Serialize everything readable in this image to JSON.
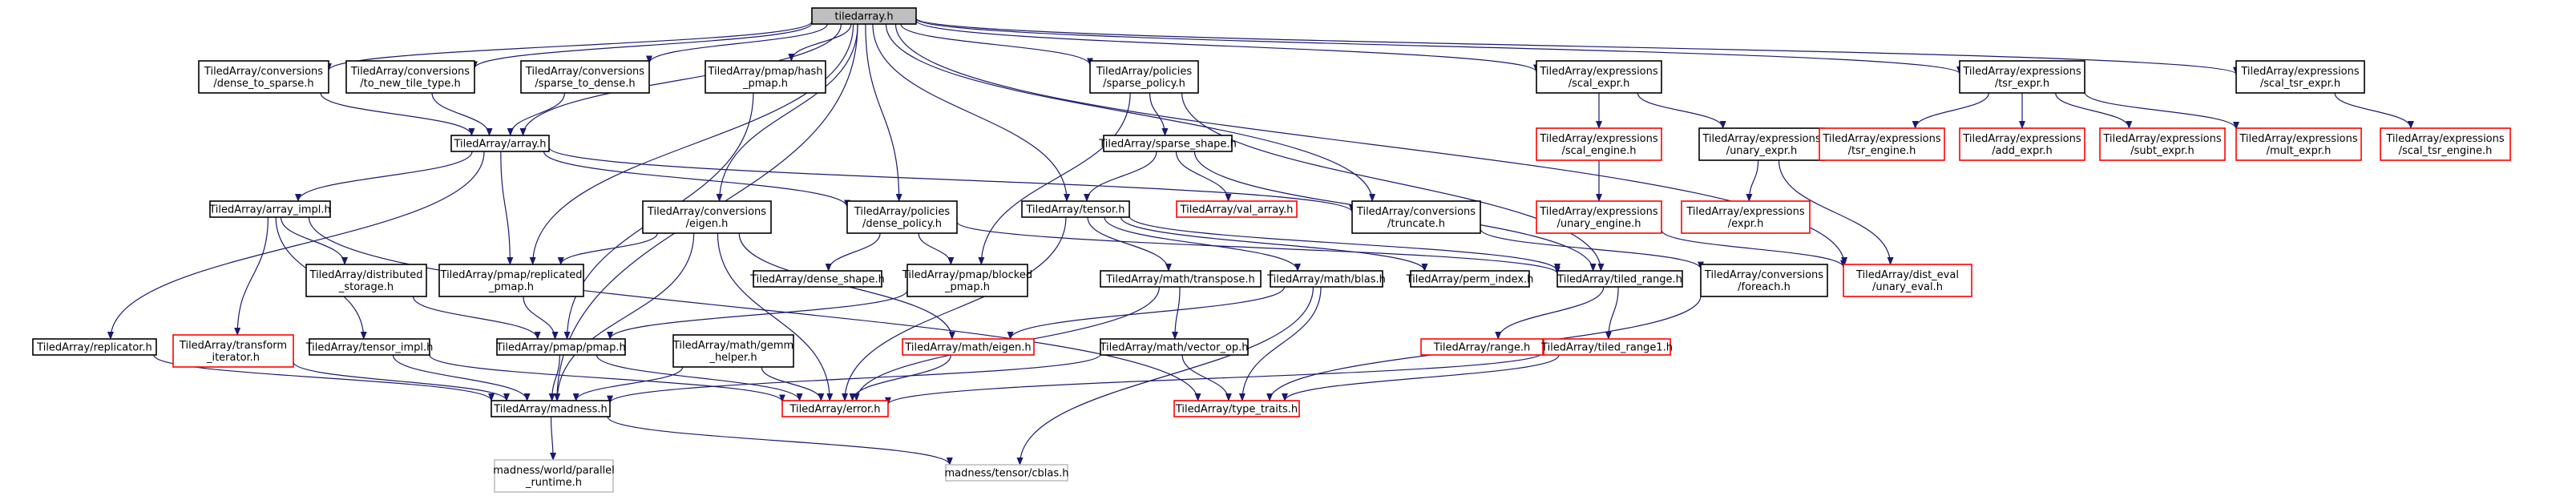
{
  "diagram": {
    "title": "tiledarray.h",
    "colors": {
      "edge": "#191970",
      "node_border_documented": "#000000",
      "node_border_undocumented": "#ff0000",
      "node_border_external": "#bfbfbf",
      "root_fill": "#bfbfbf"
    },
    "nodes": [
      {
        "id": "root",
        "lines": [
          "tiledarray.h"
        ],
        "kind": "root"
      },
      {
        "id": "conv_d2s",
        "lines": [
          "TiledArray/conversions",
          "/dense_to_sparse.h"
        ],
        "kind": "documented"
      },
      {
        "id": "conv_nt",
        "lines": [
          "TiledArray/conversions",
          "/to_new_tile_type.h"
        ],
        "kind": "documented"
      },
      {
        "id": "conv_s2d",
        "lines": [
          "TiledArray/conversions",
          "/sparse_to_dense.h"
        ],
        "kind": "documented"
      },
      {
        "id": "hash_pmap",
        "lines": [
          "TiledArray/pmap/hash",
          "_pmap.h"
        ],
        "kind": "documented"
      },
      {
        "id": "sparse_policy",
        "lines": [
          "TiledArray/policies",
          "/sparse_policy.h"
        ],
        "kind": "documented"
      },
      {
        "id": "scal_expr",
        "lines": [
          "TiledArray/expressions",
          "/scal_expr.h"
        ],
        "kind": "documented"
      },
      {
        "id": "tsr_expr",
        "lines": [
          "TiledArray/expressions",
          "/tsr_expr.h"
        ],
        "kind": "documented"
      },
      {
        "id": "scal_tsr_expr",
        "lines": [
          "TiledArray/expressions",
          "/scal_tsr_expr.h"
        ],
        "kind": "documented"
      },
      {
        "id": "array",
        "lines": [
          "TiledArray/array.h"
        ],
        "kind": "documented"
      },
      {
        "id": "sparse_shape",
        "lines": [
          "TiledArray/sparse_shape.h"
        ],
        "kind": "documented"
      },
      {
        "id": "scal_engine",
        "lines": [
          "TiledArray/expressions",
          "/scal_engine.h"
        ],
        "kind": "undocumented"
      },
      {
        "id": "unary_expr",
        "lines": [
          "TiledArray/expressions",
          "/unary_expr.h"
        ],
        "kind": "documented"
      },
      {
        "id": "tsr_engine",
        "lines": [
          "TiledArray/expressions",
          "/tsr_engine.h"
        ],
        "kind": "undocumented"
      },
      {
        "id": "add_expr",
        "lines": [
          "TiledArray/expressions",
          "/add_expr.h"
        ],
        "kind": "undocumented"
      },
      {
        "id": "subt_expr",
        "lines": [
          "TiledArray/expressions",
          "/subt_expr.h"
        ],
        "kind": "undocumented"
      },
      {
        "id": "mult_expr",
        "lines": [
          "TiledArray/expressions",
          "/mult_expr.h"
        ],
        "kind": "undocumented"
      },
      {
        "id": "scal_tsr_engine",
        "lines": [
          "TiledArray/expressions",
          "/scal_tsr_engine.h"
        ],
        "kind": "undocumented"
      },
      {
        "id": "array_impl",
        "lines": [
          "TiledArray/array_impl.h"
        ],
        "kind": "documented"
      },
      {
        "id": "conv_eigen",
        "lines": [
          "TiledArray/conversions",
          "/eigen.h"
        ],
        "kind": "documented"
      },
      {
        "id": "dense_policy",
        "lines": [
          "TiledArray/policies",
          "/dense_policy.h"
        ],
        "kind": "documented"
      },
      {
        "id": "tensor",
        "lines": [
          "TiledArray/tensor.h"
        ],
        "kind": "documented"
      },
      {
        "id": "val_array",
        "lines": [
          "TiledArray/val_array.h"
        ],
        "kind": "undocumented"
      },
      {
        "id": "conv_truncate",
        "lines": [
          "TiledArray/conversions",
          "/truncate.h"
        ],
        "kind": "documented"
      },
      {
        "id": "unary_engine",
        "lines": [
          "TiledArray/expressions",
          "/unary_engine.h"
        ],
        "kind": "undocumented"
      },
      {
        "id": "expr_h",
        "lines": [
          "TiledArray/expressions",
          "/expr.h"
        ],
        "kind": "undocumented"
      },
      {
        "id": "dist_storage",
        "lines": [
          "TiledArray/distributed",
          "_storage.h"
        ],
        "kind": "documented"
      },
      {
        "id": "repl_pmap",
        "lines": [
          "TiledArray/pmap/replicated",
          "_pmap.h"
        ],
        "kind": "documented"
      },
      {
        "id": "dense_shape",
        "lines": [
          "TiledArray/dense_shape.h"
        ],
        "kind": "documented"
      },
      {
        "id": "blocked_pmap",
        "lines": [
          "TiledArray/pmap/blocked",
          "_pmap.h"
        ],
        "kind": "documented"
      },
      {
        "id": "math_transpose",
        "lines": [
          "TiledArray/math/transpose.h"
        ],
        "kind": "documented"
      },
      {
        "id": "math_blas",
        "lines": [
          "TiledArray/math/blas.h"
        ],
        "kind": "documented"
      },
      {
        "id": "perm_index",
        "lines": [
          "TiledArray/perm_index.h"
        ],
        "kind": "documented"
      },
      {
        "id": "tiled_range",
        "lines": [
          "TiledArray/tiled_range.h"
        ],
        "kind": "documented"
      },
      {
        "id": "conv_foreach",
        "lines": [
          "TiledArray/conversions",
          "/foreach.h"
        ],
        "kind": "documented"
      },
      {
        "id": "dist_eval",
        "lines": [
          "TiledArray/dist_eval",
          "/unary_eval.h"
        ],
        "kind": "undocumented"
      },
      {
        "id": "replicator",
        "lines": [
          "TiledArray/replicator.h"
        ],
        "kind": "documented"
      },
      {
        "id": "transform_iter",
        "lines": [
          "TiledArray/transform",
          "_iterator.h"
        ],
        "kind": "undocumented"
      },
      {
        "id": "tensor_impl",
        "lines": [
          "TiledArray/tensor_impl.h"
        ],
        "kind": "documented"
      },
      {
        "id": "pmap",
        "lines": [
          "TiledArray/pmap/pmap.h"
        ],
        "kind": "documented"
      },
      {
        "id": "gemm_helper",
        "lines": [
          "TiledArray/math/gemm",
          "_helper.h"
        ],
        "kind": "documented"
      },
      {
        "id": "math_eigen",
        "lines": [
          "TiledArray/math/eigen.h"
        ],
        "kind": "undocumented"
      },
      {
        "id": "vector_op",
        "lines": [
          "TiledArray/math/vector_op.h"
        ],
        "kind": "documented"
      },
      {
        "id": "range",
        "lines": [
          "TiledArray/range.h"
        ],
        "kind": "undocumented"
      },
      {
        "id": "tiled_range1",
        "lines": [
          "TiledArray/tiled_range1.h"
        ],
        "kind": "undocumented"
      },
      {
        "id": "madness",
        "lines": [
          "TiledArray/madness.h"
        ],
        "kind": "documented"
      },
      {
        "id": "error",
        "lines": [
          "TiledArray/error.h"
        ],
        "kind": "undocumented"
      },
      {
        "id": "type_traits",
        "lines": [
          "TiledArray/type_traits.h"
        ],
        "kind": "undocumented"
      },
      {
        "id": "world_parallel",
        "lines": [
          "madness/world/parallel",
          "_runtime.h"
        ],
        "kind": "external"
      },
      {
        "id": "cblas",
        "lines": [
          "madness/tensor/cblas.h"
        ],
        "kind": "external"
      }
    ],
    "edges": [
      [
        "root",
        "conv_d2s"
      ],
      [
        "root",
        "conv_nt"
      ],
      [
        "root",
        "conv_s2d"
      ],
      [
        "root",
        "hash_pmap"
      ],
      [
        "root",
        "sparse_policy"
      ],
      [
        "root",
        "scal_expr"
      ],
      [
        "root",
        "tsr_expr"
      ],
      [
        "root",
        "scal_tsr_expr"
      ],
      [
        "root",
        "array"
      ],
      [
        "root",
        "conv_eigen"
      ],
      [
        "root",
        "dense_policy"
      ],
      [
        "root",
        "tensor"
      ],
      [
        "root",
        "conv_truncate"
      ],
      [
        "root",
        "madness"
      ],
      [
        "root",
        "repl_pmap"
      ],
      [
        "root",
        "dist_eval"
      ],
      [
        "conv_d2s",
        "array"
      ],
      [
        "conv_nt",
        "array"
      ],
      [
        "conv_s2d",
        "array"
      ],
      [
        "hash_pmap",
        "pmap"
      ],
      [
        "sparse_policy",
        "sparse_shape"
      ],
      [
        "sparse_policy",
        "blocked_pmap"
      ],
      [
        "sparse_policy",
        "tiled_range"
      ],
      [
        "scal_expr",
        "scal_engine"
      ],
      [
        "scal_expr",
        "unary_expr"
      ],
      [
        "tsr_expr",
        "tsr_engine"
      ],
      [
        "tsr_expr",
        "add_expr"
      ],
      [
        "tsr_expr",
        "subt_expr"
      ],
      [
        "tsr_expr",
        "mult_expr"
      ],
      [
        "scal_tsr_expr",
        "scal_tsr_engine"
      ],
      [
        "array",
        "array_impl"
      ],
      [
        "array",
        "replicator"
      ],
      [
        "array",
        "repl_pmap"
      ],
      [
        "array",
        "dense_policy"
      ],
      [
        "array",
        "conv_truncate"
      ],
      [
        "array_impl",
        "dist_storage"
      ],
      [
        "array_impl",
        "transform_iter"
      ],
      [
        "array_impl",
        "tensor_impl"
      ],
      [
        "array_impl",
        "type_traits"
      ],
      [
        "sparse_shape",
        "tensor"
      ],
      [
        "sparse_shape",
        "val_array"
      ],
      [
        "sparse_shape",
        "tiled_range"
      ],
      [
        "scal_engine",
        "unary_engine"
      ],
      [
        "unary_expr",
        "expr_h"
      ],
      [
        "unary_expr",
        "dist_eval"
      ],
      [
        "unary_engine",
        "dist_eval"
      ],
      [
        "conv_eigen",
        "repl_pmap"
      ],
      [
        "conv_eigen",
        "madness"
      ],
      [
        "conv_eigen",
        "math_eigen"
      ],
      [
        "conv_eigen",
        "error"
      ],
      [
        "dense_policy",
        "dense_shape"
      ],
      [
        "dense_policy",
        "blocked_pmap"
      ],
      [
        "dense_policy",
        "tiled_range"
      ],
      [
        "tensor",
        "math_transpose"
      ],
      [
        "tensor",
        "math_blas"
      ],
      [
        "tensor",
        "perm_index"
      ],
      [
        "tensor",
        "tiled_range"
      ],
      [
        "tensor",
        "error"
      ],
      [
        "conv_truncate",
        "conv_foreach"
      ],
      [
        "dist_storage",
        "pmap"
      ],
      [
        "repl_pmap",
        "pmap"
      ],
      [
        "blocked_pmap",
        "pmap"
      ],
      [
        "math_transpose",
        "vector_op"
      ],
      [
        "math_transpose",
        "error"
      ],
      [
        "math_blas",
        "math_eigen"
      ],
      [
        "math_blas",
        "type_traits"
      ],
      [
        "math_blas",
        "cblas"
      ],
      [
        "tiled_range",
        "range"
      ],
      [
        "tiled_range",
        "tiled_range1"
      ],
      [
        "conv_foreach",
        "type_traits"
      ],
      [
        "replicator",
        "madness"
      ],
      [
        "transform_iter",
        "madness"
      ],
      [
        "tensor_impl",
        "madness"
      ],
      [
        "tensor_impl",
        "error"
      ],
      [
        "pmap",
        "madness"
      ],
      [
        "pmap",
        "error"
      ],
      [
        "gemm_helper",
        "madness"
      ],
      [
        "gemm_helper",
        "error"
      ],
      [
        "math_eigen",
        "error"
      ],
      [
        "vector_op",
        "type_traits"
      ],
      [
        "vector_op",
        "madness"
      ],
      [
        "tiled_range1",
        "type_traits"
      ],
      [
        "tiled_range1",
        "error"
      ],
      [
        "madness",
        "world_parallel"
      ],
      [
        "madness",
        "cblas"
      ]
    ]
  }
}
